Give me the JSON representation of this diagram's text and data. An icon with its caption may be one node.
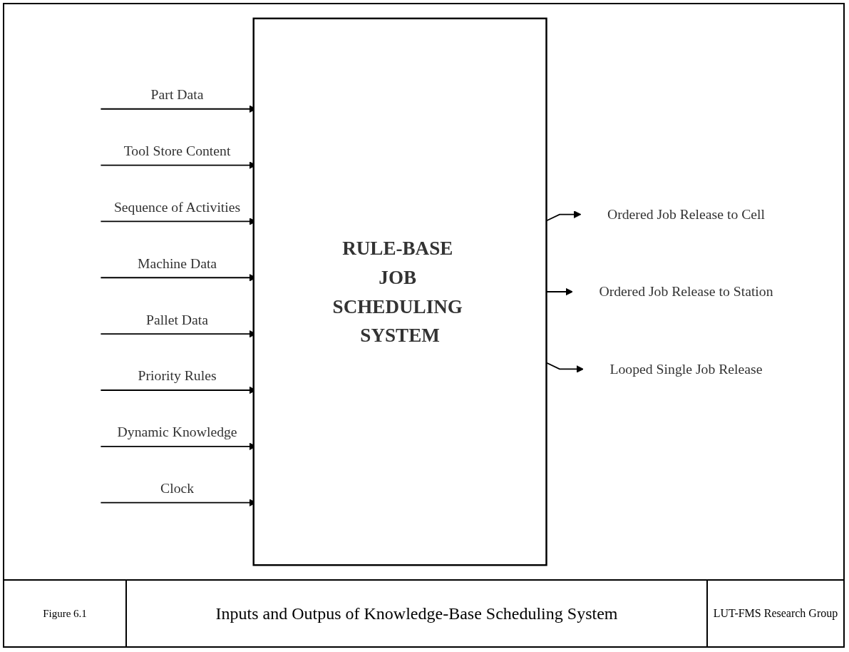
{
  "diagram": {
    "title": "Inputs and Outpus of Knowledge-Base Scheduling System",
    "nodes": [
      {
        "text": [
          "RULE-BASE JOB SCHEDULING SYSTEM"
        ]
      },
      {
        "text": [
          "Ordered Job Release to Cell"
        ]
      },
      {
        "text": [
          "Ordered Job Release to Station"
        ]
      },
      {
        "text": [
          "Looped Single Job Release"
        ]
      }
    ],
    "edges": [
      {
        "from": null,
        "to": 0,
        "arrow": "to",
        "label": "Part Data"
      },
      {
        "from": null,
        "to": 0,
        "arrow": "to",
        "label": "Tool Store Content"
      },
      {
        "from": null,
        "to": 0,
        "arrow": "to",
        "label": "Sequence of Activities"
      },
      {
        "from": null,
        "to": 0,
        "arrow": "to",
        "label": "Machine Data"
      },
      {
        "from": null,
        "to": 0,
        "arrow": "to",
        "label": "Pallet Data"
      },
      {
        "from": null,
        "to": 0,
        "arrow": "to",
        "label": "Priority Rules"
      },
      {
        "from": null,
        "to": 0,
        "arrow": "to",
        "label": "Dynamic Knowledge"
      },
      {
        "from": null,
        "to": 0,
        "arrow": "to",
        "label": "Clock"
      },
      {
        "from": 0,
        "to": 1,
        "arrow": "to"
      },
      {
        "from": 0,
        "to": 2,
        "arrow": "to"
      },
      {
        "from": 0,
        "to": 3,
        "arrow": "to"
      }
    ],
    "labels": [
      "Figure 6.1",
      "LUT-FMS Research Group"
    ]
  }
}
